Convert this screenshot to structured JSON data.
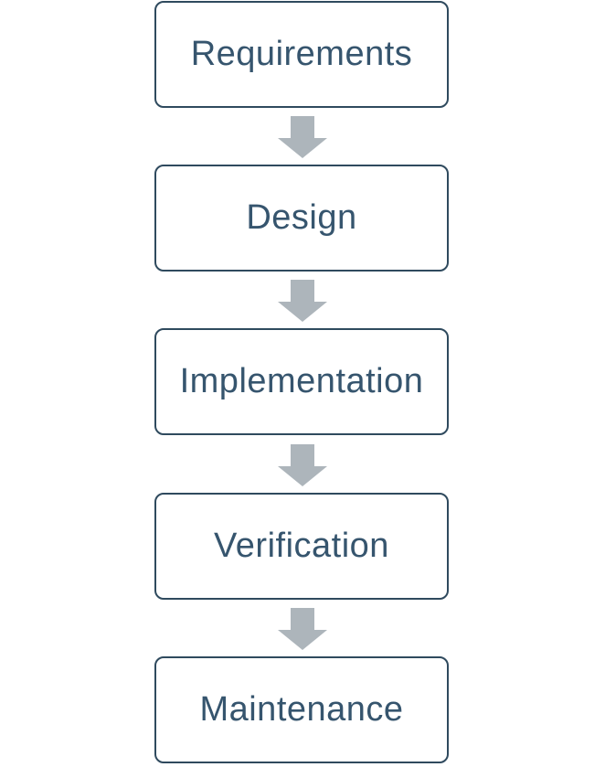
{
  "steps": [
    {
      "label": "Requirements"
    },
    {
      "label": "Design"
    },
    {
      "label": "Implementation"
    },
    {
      "label": "Verification"
    },
    {
      "label": "Maintenance"
    }
  ],
  "colors": {
    "box_border": "#2f4a5e",
    "text": "#36556e",
    "arrow": "#adb5bb"
  },
  "icons": {
    "connector": "arrow-down-icon"
  }
}
